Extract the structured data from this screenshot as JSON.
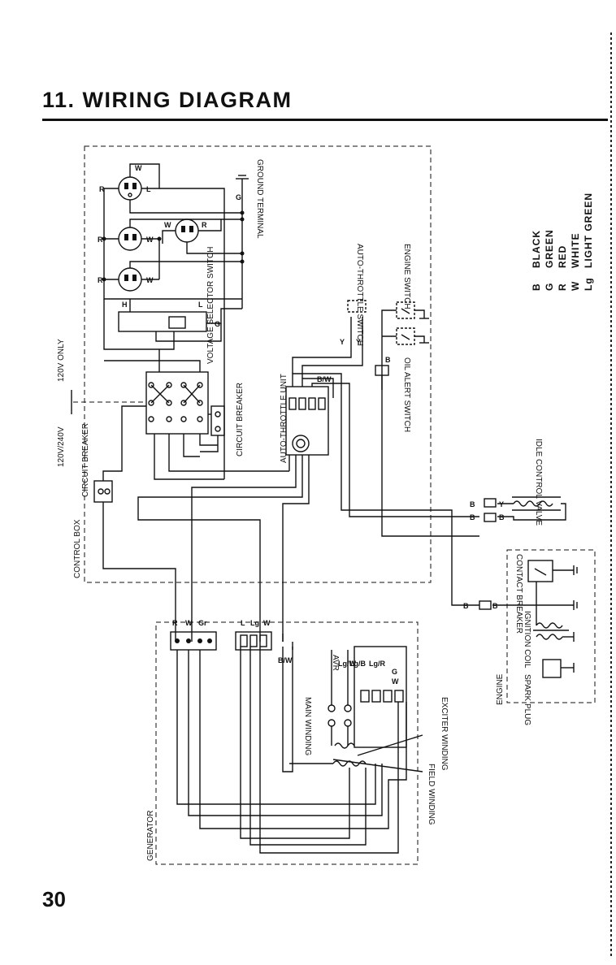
{
  "title": "11. WIRING DIAGRAM",
  "page_number": "30",
  "labels": {
    "control_box": "CONTROL BOX",
    "generator": "GENERATOR",
    "engine": "ENGINE",
    "ground_terminal": "GROUND TERMINAL",
    "voltage_selector_switch": "VOLTAGE SELECTOR SWITCH",
    "circuit_breaker": "CIRCUIT BREAKER",
    "circuit_breaker_2": "CIRCUIT BREAKER",
    "auto_throttle_switch": "AUTO-THROTTLE SWITCH",
    "auto_throttle_unit": "AUTO-THROTTLE UNIT",
    "engine_switch": "ENGINE SWITCH",
    "oil_alert_switch": "OIL ALERT SWITCH",
    "idle_control_valve": "IDLE CONTROL VALVE",
    "contact_breaker": "CONTACT BREAKER",
    "ignition_coil": "IGNITION COIL",
    "spark_plug": "SPARK PLUG",
    "main_winding": "MAIN WINDING",
    "exciter_winding": "EXCITER WINDING",
    "field_winding": "FIELD WINDING",
    "avr": "AVR",
    "voltage_120": "120V ONLY",
    "voltage_120_240": "120V/240V"
  },
  "legend": [
    {
      "code": "B",
      "name": "BLACK"
    },
    {
      "code": "G",
      "name": "GREEN"
    },
    {
      "code": "R",
      "name": "RED"
    },
    {
      "code": "W",
      "name": "WHITE"
    },
    {
      "code": "Lg",
      "name": "LIGHT GREEN"
    }
  ],
  "wire_codes": {
    "r": "R",
    "w": "W",
    "l": "L",
    "g": "G",
    "y": "Y",
    "b": "B",
    "lg": "Lg",
    "bw": "B/W",
    "gr": "Gr",
    "lgw": "Lg/W",
    "lgb": "Lg/B",
    "lgr": "Lg/R",
    "h": "H"
  }
}
